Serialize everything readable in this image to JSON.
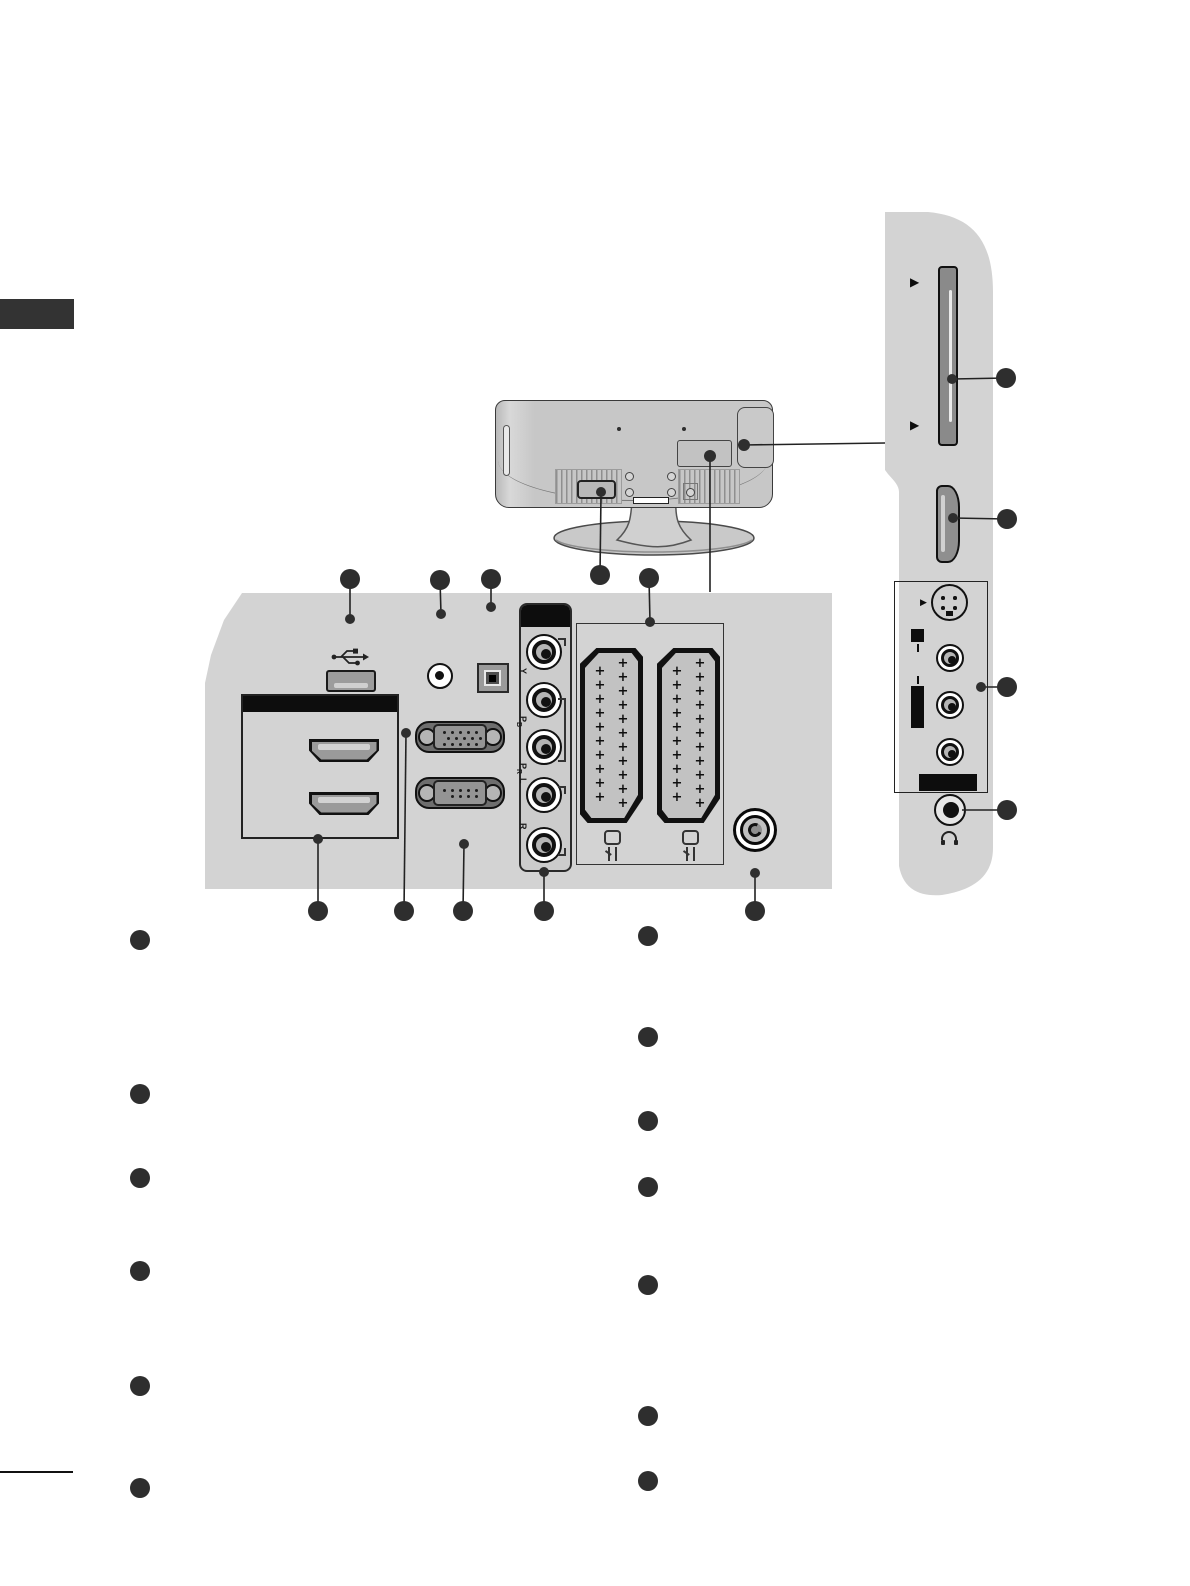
{
  "page": {
    "type": "tv-manual-connection-diagram",
    "colors": {
      "background": "#ffffff",
      "panel_gray": "#d3d3d3",
      "tv_body_gray": "#c7c7c7",
      "connector_gray": "#999999",
      "black_parts": "#0d0d0d",
      "outline": "#2a2a2a",
      "callout_dot": "#2e2e2e"
    }
  },
  "icons": {
    "usb": "usb-trident",
    "slot_marker": "▶",
    "s_video_marker": "▶",
    "headphones": "arc-with-pads"
  },
  "rear_panel": {
    "component_labels": [
      {
        "main": "Y",
        "sub": ""
      },
      {
        "main": "P",
        "sub": "B"
      },
      {
        "main": "P",
        "sub": "R"
      },
      {
        "main": "L",
        "sub": ""
      },
      {
        "main": "R",
        "sub": ""
      }
    ],
    "scart_pin_glyph": "+",
    "scart_pin_cols": [
      10,
      11
    ],
    "vga_pin_rows": [
      5,
      5,
      5
    ],
    "rs232_pin_rows": [
      5,
      4
    ]
  }
}
